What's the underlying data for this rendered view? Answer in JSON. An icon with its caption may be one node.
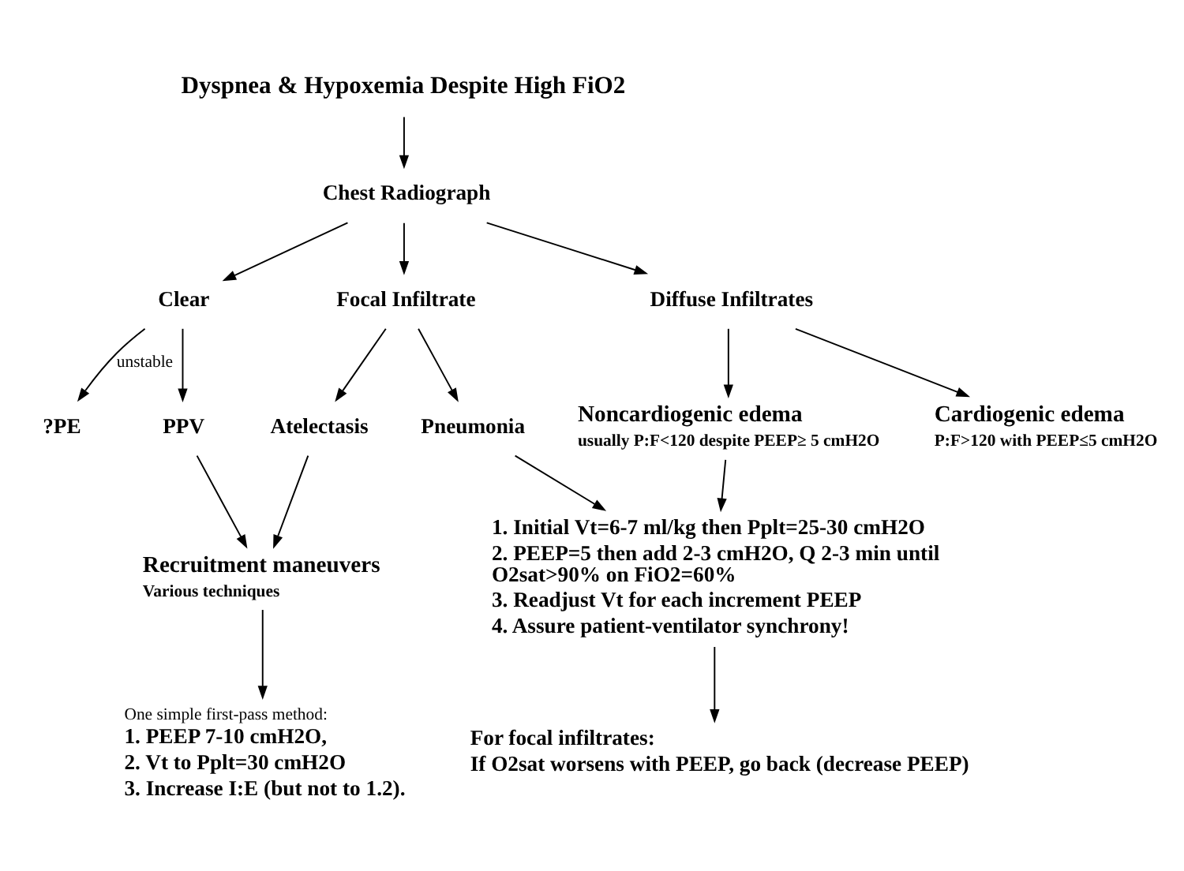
{
  "diagram": {
    "nodes": [
      {
        "text": [
          "Dyspnea & Hypoxemia Despite High FiO2"
        ]
      },
      {
        "text": [
          "Chest Radiograph"
        ]
      },
      {
        "text": [
          "Clear"
        ]
      },
      {
        "text": [
          "Focal Infiltrate"
        ]
      },
      {
        "text": [
          "Diffuse Infiltrates"
        ]
      },
      {
        "text": [
          "?PE"
        ]
      },
      {
        "text": [
          "PPV"
        ]
      },
      {
        "text": [
          "Atelectasis"
        ]
      },
      {
        "text": [
          "Pneumonia"
        ]
      },
      {
        "text": [
          "Noncardiogenic edema",
          "usually P:F<120 despite PEEP≥ 5 cmH2O"
        ]
      },
      {
        "text": [
          "Cardiogenic edema",
          "P:F>120 with PEEP≤5 cmH2O"
        ]
      },
      {
        "text": [
          "Recruitment maneuvers",
          "Various techniques"
        ]
      },
      {
        "text": [
          "One simple first-pass method:",
          "1. PEEP 7-10 cmH2O,",
          "2. Vt to Pplt=30 cmH2O",
          "3. Increase I:E (but not to 1.2)."
        ]
      },
      {
        "text": [
          "1. Initial Vt=6-7 ml/kg then Pplt=25-30 cmH2O",
          "2. PEEP=5 then add 2-3 cmH2O, Q 2-3 min until O2sat>90% on FiO2=60%",
          "3. Readjust Vt for each increment PEEP",
          "4. Assure patient-ventilator synchrony!"
        ]
      },
      {
        "text": [
          "For focal infiltrates:",
          "If O2sat worsens with PEEP, go back (decrease PEEP)"
        ]
      }
    ],
    "edges": [
      {
        "from": 0,
        "to": 1,
        "arrow": "to"
      },
      {
        "from": 1,
        "to": 2,
        "arrow": "to"
      },
      {
        "from": 1,
        "to": 3,
        "arrow": "to"
      },
      {
        "from": 1,
        "to": 4,
        "arrow": "to"
      },
      {
        "from": 2,
        "to": 5,
        "arrow": "to",
        "label": "unstable"
      },
      {
        "from": 2,
        "to": 6,
        "arrow": "to"
      },
      {
        "from": 3,
        "to": 7,
        "arrow": "to"
      },
      {
        "from": 3,
        "to": 8,
        "arrow": "to"
      },
      {
        "from": 4,
        "to": 9,
        "arrow": "to"
      },
      {
        "from": 4,
        "to": 10,
        "arrow": "to"
      },
      {
        "from": 6,
        "to": 11,
        "arrow": "to"
      },
      {
        "from": 7,
        "to": 11,
        "arrow": "to"
      },
      {
        "from": 8,
        "to": 13,
        "arrow": "to"
      },
      {
        "from": 9,
        "to": 13,
        "arrow": "to"
      },
      {
        "from": 11,
        "to": 12,
        "arrow": "to"
      },
      {
        "from": 13,
        "to": 14,
        "arrow": "to"
      }
    ]
  }
}
